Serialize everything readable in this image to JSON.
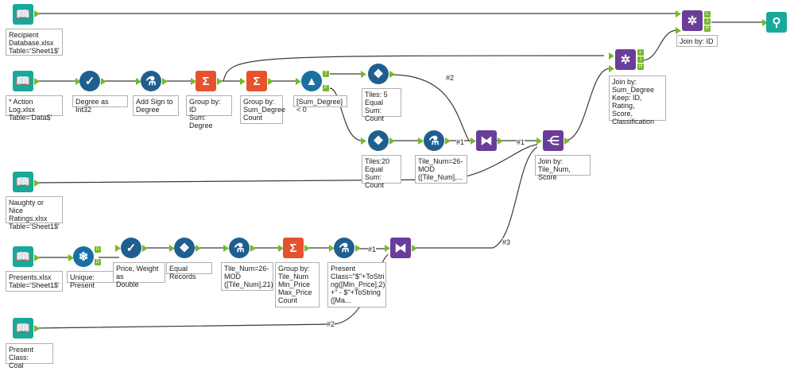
{
  "tools": {
    "recipient_db": "Recipient\nDatabase.xlsx\nTable='Sheet1$'",
    "action_log": "* Action Log.xlsx\nTable='Data$'",
    "degree_int": "Degree as Int32",
    "add_sign": "Add Sign to\nDegree",
    "sum_by_id": "Group by: ID\nSum: Degree",
    "group_sum_degree": "Group by:\nSum_Degree\nCount",
    "filter_sum_degree": "[Sum_Degree] < 0",
    "tiles5": "Tiles: 5\nEqual Sum:\nCount",
    "tiles20": "Tiles:20\nEqual Sum:\nCount",
    "tile_num_formula": "Tile_Num=26-\nMOD\n([Tile_Num],...",
    "join_sum_degree": "Join by:\nSum_Degree\nKeep: ID, Rating,\nScore,\nClassification",
    "join_id": "Join by: ID",
    "join_tile_score": "Join by:\nTile_Num, Score",
    "naughty_nice": "Naughty or Nice\nRatings.xlsx\nTable='Sheet1$'",
    "presents": "Presents.xlsx\nTable='Sheet1$'",
    "unique_present": "Unique: Present",
    "price_weight": "Price, Weight as\nDouble",
    "equal_records": "Equal Records",
    "tile_num_formula2": "Tile_Num=26-\nMOD\n([Tile_Num],21)",
    "group_tile_num": "Group by:\nTile_Num\nMin_Price\nMax_Price\nCount",
    "present_class_formula": "Present\nClass=\"$\"+ToStri\nng([Min_Price],2)\n+\" - $\"+ToString\n([Ma...",
    "present_class_coal": "Present Class:\nCoal"
  },
  "wire_labels": {
    "w1": "#2",
    "w2": "#1",
    "w3": "#2",
    "w4": "#1",
    "w5": "#3",
    "w6": "#1",
    "w7": "#2"
  },
  "icons": {
    "input": "book-icon",
    "select": "checkmark-icon",
    "formula": "flask-icon",
    "summarize": "sigma-icon",
    "filter": "filter-icon",
    "tile": "diamond-grid-icon",
    "join": "join-icon",
    "union": "union-icon",
    "unique": "snowflake-icon",
    "browse": "binoculars-icon",
    "append": "dna-icon"
  },
  "colors": {
    "wire": "#3a3a3a",
    "anchor": "#76b82a",
    "input_tool": "#17a99b",
    "prep_tool": "#1f5f8f",
    "summarize_tool": "#e5532e",
    "join_tool": "#6a3d99"
  }
}
